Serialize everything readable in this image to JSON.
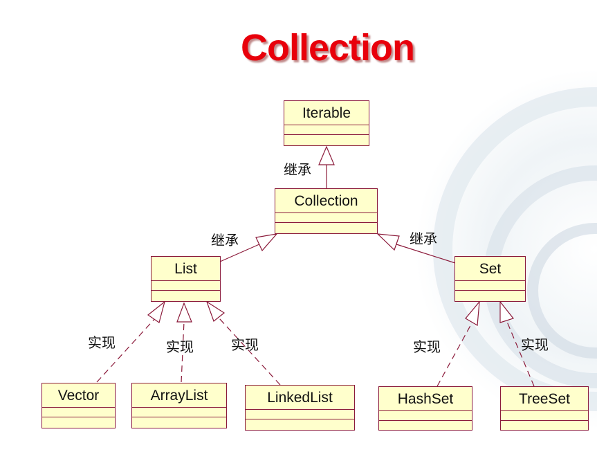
{
  "title": "Collection",
  "nodes": {
    "iterable": "Iterable",
    "collection": "Collection",
    "list": "List",
    "set": "Set",
    "vector": "Vector",
    "arraylist": "ArrayList",
    "linkedlist": "LinkedList",
    "hashset": "HashSet",
    "treeset": "TreeSet"
  },
  "edge_labels": {
    "inherit": "继承",
    "implement": "实现"
  },
  "colors": {
    "title": "#e8000b",
    "box_fill": "#ffffcc",
    "box_border": "#8b1a3a"
  }
}
